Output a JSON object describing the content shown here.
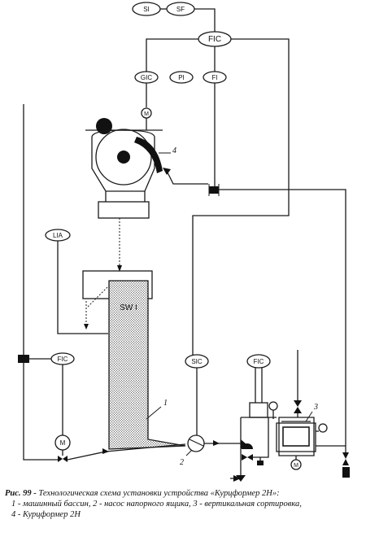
{
  "tags": {
    "si": "SI",
    "sf": "SF",
    "fic_top": "FIC",
    "gic": "GIC",
    "pi": "PI",
    "fi": "FI",
    "m_top": "M",
    "lia": "LIA",
    "sw": "SW I",
    "fic_left": "FIC",
    "m_left": "M",
    "sic": "SIC",
    "fic_right": "FIC",
    "m_right": "M"
  },
  "numbers": {
    "n1": "1",
    "n2": "2",
    "n3": "3",
    "n4": "4"
  },
  "caption": {
    "label": "Рис. 99 -",
    "title": "Технологическая схема установки устройства «Курцформер 2Н»:",
    "line2": "1 - машинный бассин, 2 - насос напорного ящика, 3 - вертикальная сортировка,",
    "line3": "4 - Курцформер 2Н"
  }
}
